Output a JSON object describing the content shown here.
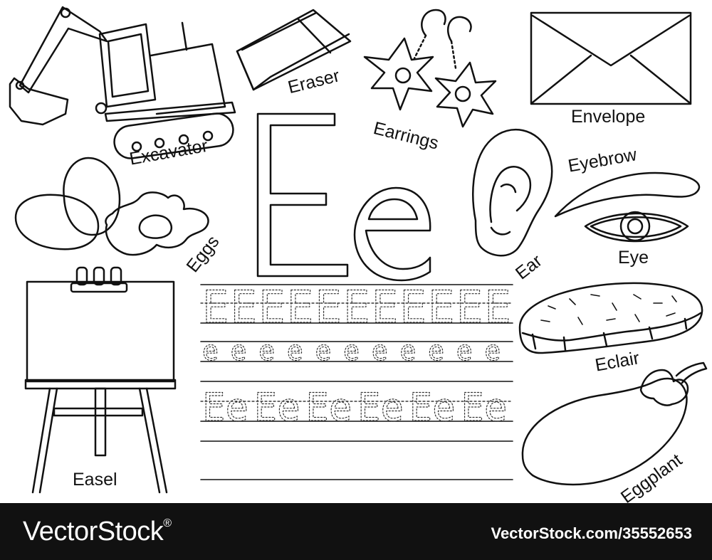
{
  "labels": {
    "excavator": "Excavator",
    "eraser": "Eraser",
    "earrings": "Earrings",
    "envelope": "Envelope",
    "eyebrow": "Eyebrow",
    "eggs": "Eggs",
    "ear": "Ear",
    "eye": "Eye",
    "eclair": "Eclair",
    "easel": "Easel",
    "eggplant": "Eggplant"
  },
  "letters": {
    "upper": "E",
    "lower": "e",
    "pair": "Ee"
  },
  "tracing": {
    "row_upper_count": 11,
    "row_lower_count": 11,
    "row_pair_count": 6
  },
  "footer": {
    "brand": "VectorStock",
    "brand_mark": "®",
    "url": "VectorStock.com/35552653"
  }
}
